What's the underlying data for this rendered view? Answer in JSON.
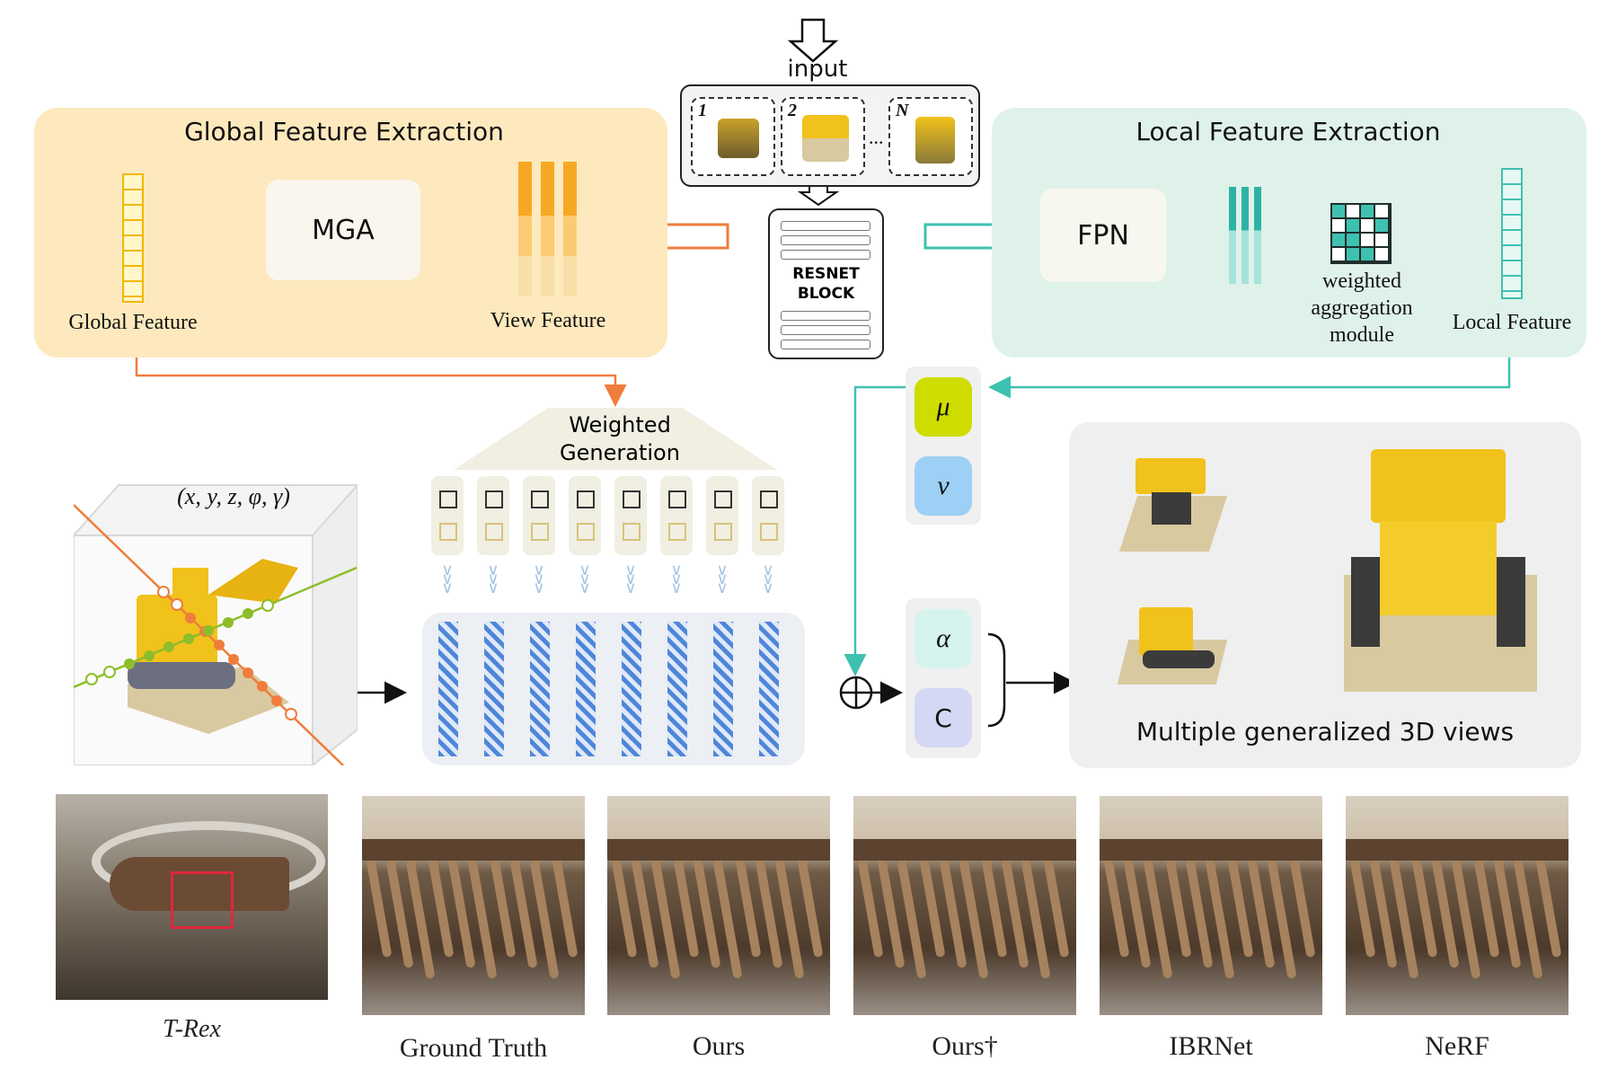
{
  "input": {
    "label": "input",
    "views": [
      "1",
      "2",
      "...",
      "N"
    ]
  },
  "resnet": {
    "line1": "RESNET",
    "line2": "BLOCK"
  },
  "global_panel": {
    "title": "Global Feature Extraction",
    "mga_label": "MGA",
    "view_feature_label": "View Feature",
    "global_feature_label": "Global Feature"
  },
  "local_panel": {
    "title": "Local Feature Extraction",
    "fpn_label": "FPN",
    "aggregation_label_1": "weighted",
    "aggregation_label_2": "aggregation",
    "aggregation_label_3": "module",
    "local_feature_label": "Local Feature"
  },
  "weighted_generation": {
    "line1": "Weighted",
    "line2": "Generation"
  },
  "coords_label": "(x, y, z, φ, γ)",
  "params": {
    "mu": "μ",
    "nu": "v",
    "alpha": "α",
    "c": "C"
  },
  "views_panel": {
    "title": "Multiple generalized 3D views"
  },
  "comparison": {
    "scene_label": "T-Rex",
    "captions": [
      "Ground Truth",
      "Ours",
      "Ours†",
      "IBRNet",
      "NeRF"
    ]
  },
  "colors": {
    "global_bg": "#fde9bd",
    "local_bg": "#dff2ea",
    "orange": "#ef7d3c",
    "teal": "#3fc1b0",
    "mu": "#cfdc00",
    "nu": "#9ecff5",
    "alpha": "#d6f4ee",
    "c": "#d5d8f5",
    "hatch": "#4f86d8"
  }
}
